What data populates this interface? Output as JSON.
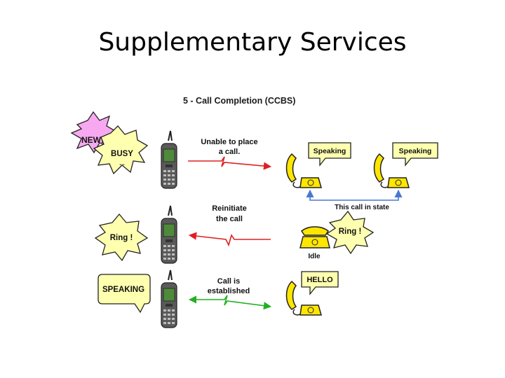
{
  "slide": {
    "title": "Supplementary Services"
  },
  "diagram": {
    "title": "5 - Call Completion (CCBS)",
    "badge_new": "NEW!",
    "bubbles": {
      "busy": "BUSY",
      "busy_dots": "...",
      "ring_caller": "Ring !",
      "speaking_caller": "SPEAKING",
      "speaking_a": "Speaking",
      "speaking_b": "Speaking",
      "ring_phone": "Ring !",
      "hello": "HELLO"
    },
    "arrows": {
      "unable_line1": "Unable to place",
      "unable_line2": "a call.",
      "reinitiate_line1": "Reinitiate",
      "reinitiate_line2": "the call",
      "established_line1": "Call is",
      "established_line2": "established"
    },
    "state_label": "This call in state",
    "idle_label": "Idle",
    "colors": {
      "red": "#e02020",
      "green": "#22b022",
      "blue": "#4a78d0",
      "bubble": "#ffffb0",
      "new_burst": "#f7a8f0"
    }
  }
}
